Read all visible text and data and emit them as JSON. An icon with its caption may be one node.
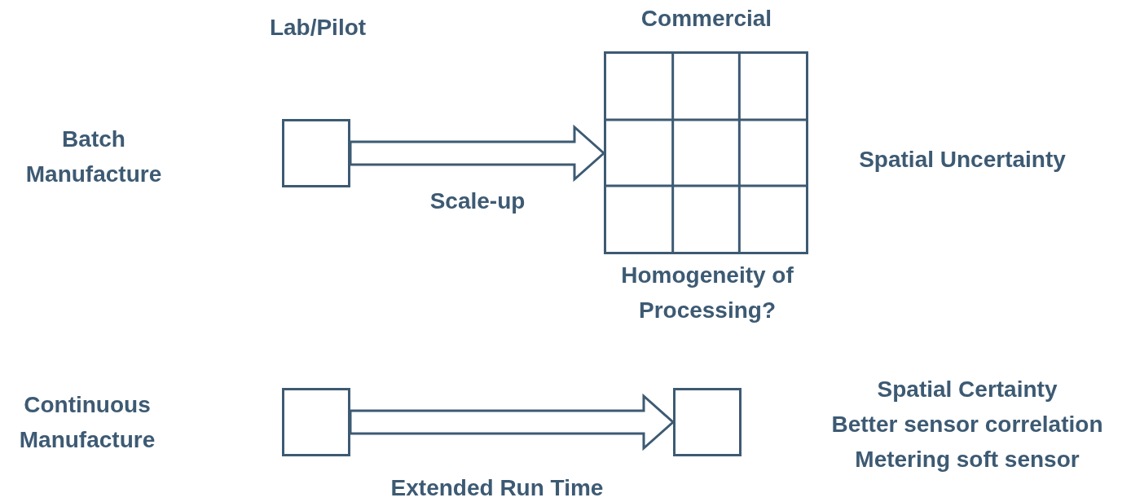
{
  "diagram": {
    "nodes": [
      {
        "text": [],
        "shape": "box"
      },
      {
        "text": [],
        "shape": "grid"
      },
      {
        "text": [],
        "shape": "box"
      },
      {
        "text": [],
        "shape": "box"
      }
    ],
    "edges": [
      {
        "from": 0,
        "to": 1,
        "arrow": "to",
        "label": "Scale-up",
        "style": "thick"
      },
      {
        "from": 2,
        "to": 3,
        "arrow": "to",
        "label": "Extended Run Time",
        "style": "thick"
      }
    ],
    "labels": [
      "Lab/Pilot",
      "Commercial",
      "Batch Manufacture",
      "Spatial Uncertainty",
      "Homogeneity of Processing?",
      "Continuous Manufacture",
      "Spatial Certainty",
      "Better sensor correlation",
      "Metering soft sensor"
    ]
  }
}
